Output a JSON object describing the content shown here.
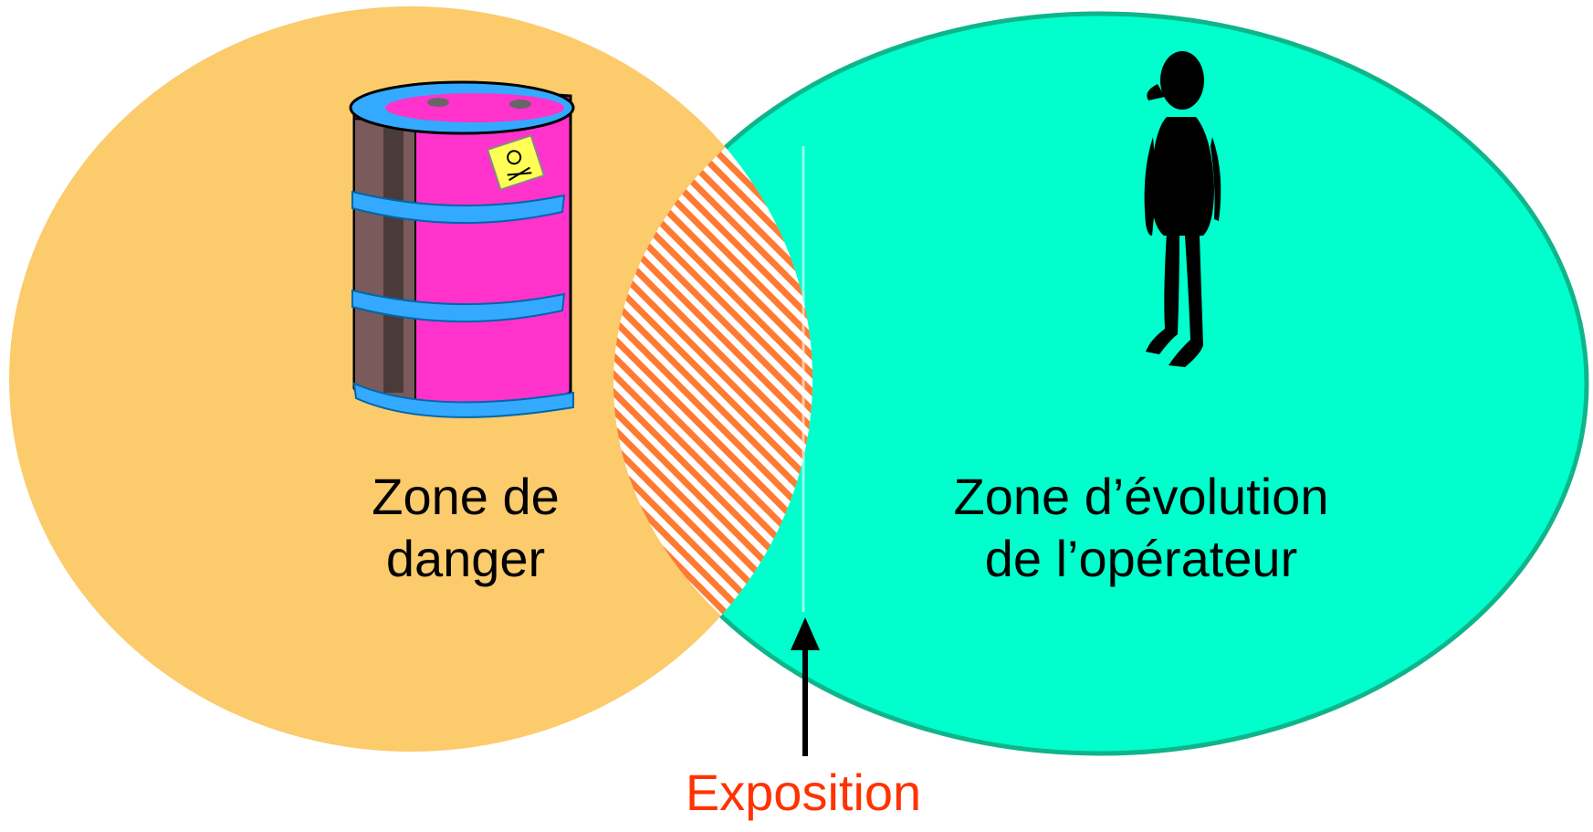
{
  "diagram": {
    "danger_zone": {
      "label_line1": "Zone de",
      "label_line2": "danger",
      "color": "#FBCB6C",
      "icon": "toxic-barrel-icon"
    },
    "operator_zone": {
      "label_line1": "Zone d’évolution",
      "label_line2": "de l’opérateur",
      "color": "#00FFCC",
      "border_color": "#0FB58A",
      "icon": "operator-person-icon"
    },
    "intersection": {
      "label": "Exposition",
      "label_color": "#FF3300",
      "hatch_color": "#FF7A33",
      "arrow_icon": "up-arrow-icon"
    }
  }
}
